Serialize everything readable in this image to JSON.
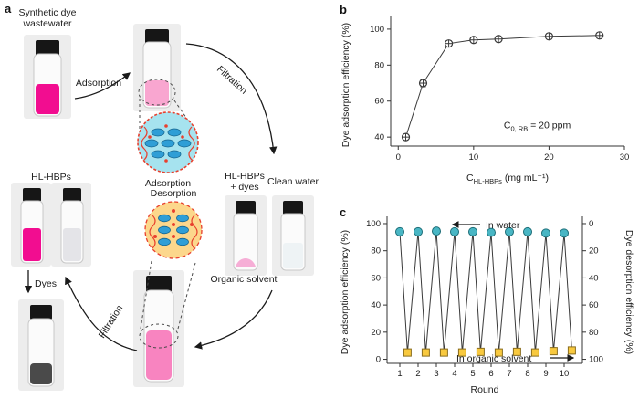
{
  "figure": {
    "panel_labels": {
      "a": "a",
      "b": "b",
      "c": "c"
    }
  },
  "panel_a": {
    "synthetic_dye_line1": "Synthetic dye",
    "synthetic_dye_line2": "wastewater",
    "adsorption_arrow_label": "Adsorption",
    "filtration_top_label": "Filtration",
    "adsorption_circle_label": "Adsorption",
    "hl_hbps_label": "HL-HBPs",
    "hl_hbps_dyes_line1": "HL-HBPs",
    "hl_hbps_dyes_line2": "+ dyes",
    "clean_water_label": "Clean water",
    "desorption_circle_label": "Desorption",
    "organic_solvent_label": "Organic solvent",
    "filtration_bottom_label": "Filtration",
    "dyes_label": "Dyes"
  },
  "chart_data": [
    {
      "id": "b",
      "type": "scatter",
      "x": [
        1,
        3.3,
        6.7,
        10,
        13.3,
        20,
        26.7
      ],
      "y": [
        40,
        70,
        92,
        94,
        94.5,
        96,
        96.5
      ],
      "yerr": [
        1.5,
        2,
        1.5,
        1.5,
        1.5,
        1.5,
        1.5
      ],
      "xlabel_parts": {
        "pre": "C",
        "sub": "HL-HBPs",
        "post": " (mg mL⁻¹)"
      },
      "ylabel": "Dye adsorption efficiency (%)",
      "xlim": [
        -1,
        30
      ],
      "ylim": [
        35,
        103
      ],
      "xticks": [
        0,
        10,
        20,
        30
      ],
      "yticks": [
        40,
        60,
        80,
        100
      ],
      "annotation_parts": {
        "pre": "C",
        "sub": "0, RB",
        "post": " = 20 ppm"
      },
      "marker": "open-circle-cross",
      "line_color": "#3a3a3a",
      "grid": false,
      "legend": "none"
    },
    {
      "id": "c",
      "type": "line-cycles",
      "rounds": [
        1,
        2,
        3,
        4,
        5,
        6,
        7,
        8,
        9,
        10
      ],
      "adsorption": [
        94,
        94,
        94.5,
        94,
        94,
        93.5,
        94,
        94,
        93,
        93
      ],
      "desorption": [
        95,
        95,
        95,
        95,
        94.5,
        95,
        94.5,
        95,
        94,
        93.5
      ],
      "adsorption_err": 2,
      "desorption_err": 2.5,
      "xlabel": "Round",
      "ylabel_left": "Dye adsorption efficiency (%)",
      "ylabel_right": "Dye desorption efficiency (%)",
      "ylim_left": [
        0,
        100
      ],
      "ylim_right_inverted": [
        0,
        100
      ],
      "yticks": [
        0,
        20,
        40,
        60,
        80,
        100
      ],
      "annotation_top": "In water",
      "annotation_bottom": "In organic solvent",
      "colors": {
        "adsorption": "#49b6c4",
        "desorption": "#f8c93f",
        "line": "#3a3a3a"
      },
      "grid": false,
      "legend": "none"
    }
  ]
}
